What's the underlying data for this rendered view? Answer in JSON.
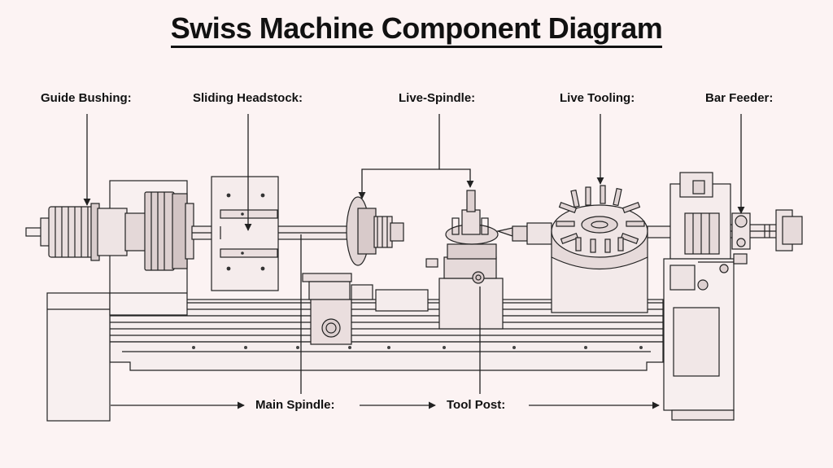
{
  "title": "Swiss Machine Component Diagram",
  "colors": {
    "background": "#fcf3f3",
    "ink": "#222222",
    "fill": "#f6eeee"
  },
  "labels": {
    "guide_bushing": "Guide Bushing:",
    "sliding_headstock": "Sliding Headstock:",
    "live_spindle": "Live-Spindle:",
    "live_tooling": "Live Tooling:",
    "bar_feeder": "Bar Feeder:",
    "main_spindle": "Main Spindle:",
    "tool_post": "Tool Post:"
  }
}
